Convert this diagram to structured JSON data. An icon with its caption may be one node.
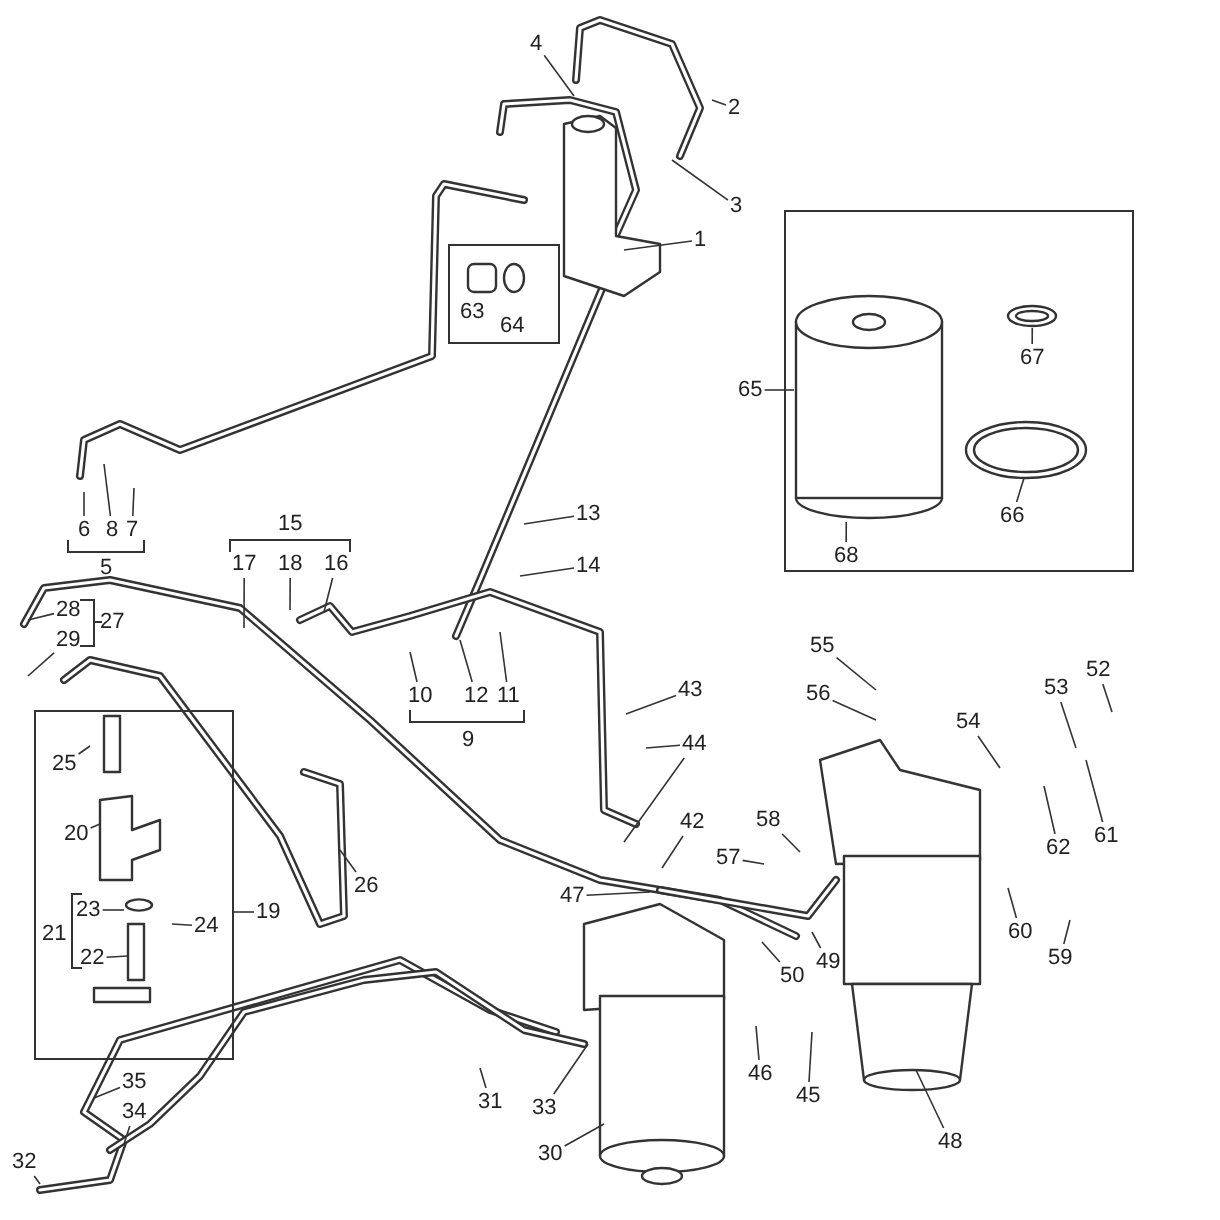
{
  "diagram": {
    "nodes": [
      {
        "text": [
          "4"
        ]
      },
      {
        "text": [
          "2"
        ]
      },
      {
        "text": [
          "3"
        ]
      },
      {
        "text": [
          "1"
        ]
      },
      {
        "text": [
          "63",
          "64"
        ]
      },
      {
        "text": [],
        "shape": "box"
      },
      {
        "text": [
          "67"
        ],
        "in": 5
      },
      {
        "text": [
          "65"
        ]
      },
      {
        "text": [
          "66"
        ],
        "in": 5
      },
      {
        "text": [
          "68"
        ],
        "in": 5
      },
      {
        "text": [
          "13"
        ]
      },
      {
        "text": [
          "6"
        ]
      },
      {
        "text": [
          "8"
        ]
      },
      {
        "text": [
          "7"
        ]
      },
      {
        "text": [
          "17"
        ]
      },
      {
        "text": [
          "18"
        ]
      },
      {
        "text": [
          "16"
        ]
      },
      {
        "text": [
          "14"
        ]
      },
      {
        "text": [
          "28"
        ]
      },
      {
        "text": [
          "29"
        ]
      },
      {
        "text": [
          "55"
        ]
      },
      {
        "text": [
          "52"
        ]
      },
      {
        "text": [
          "53"
        ]
      },
      {
        "text": [
          "43"
        ]
      },
      {
        "text": [
          "56"
        ]
      },
      {
        "text": [
          "10"
        ]
      },
      {
        "text": [
          "12"
        ]
      },
      {
        "text": [
          "11"
        ]
      },
      {
        "text": [
          "54"
        ]
      },
      {
        "text": [
          "21"
        ]
      },
      {
        "text": [
          "25"
        ],
        "in": 29
      },
      {
        "text": [
          "44"
        ]
      },
      {
        "text": [
          "42"
        ]
      },
      {
        "text": [
          "58"
        ]
      },
      {
        "text": [
          "61"
        ]
      },
      {
        "text": [
          "62"
        ]
      },
      {
        "text": [
          "20"
        ],
        "in": 29
      },
      {
        "text": [
          "57"
        ]
      },
      {
        "text": [
          "26"
        ]
      },
      {
        "text": [
          "47"
        ]
      },
      {
        "text": [
          "23"
        ],
        "in": 29
      },
      {
        "text": [
          "19"
        ]
      },
      {
        "text": [
          "24"
        ],
        "in": 29
      },
      {
        "text": [
          "60"
        ]
      },
      {
        "text": [
          "22"
        ],
        "in": 29
      },
      {
        "text": [
          "49"
        ]
      },
      {
        "text": [
          "59"
        ]
      },
      {
        "text": [
          "50"
        ]
      },
      {
        "text": [
          "46"
        ]
      },
      {
        "text": [
          "35"
        ]
      },
      {
        "text": [
          "45"
        ]
      },
      {
        "text": [
          "31"
        ]
      },
      {
        "text": [
          "33"
        ]
      },
      {
        "text": [
          "34"
        ]
      },
      {
        "text": [
          "48"
        ]
      },
      {
        "text": [
          "30"
        ]
      },
      {
        "text": [
          "32"
        ]
      },
      {
        "text": [],
        "shape": "picture",
        "in": 5
      },
      {
        "text": [],
        "shape": "cylinder",
        "in": 5
      },
      {
        "text": [],
        "shape": "circle",
        "in": 29
      }
    ],
    "edges": [
      {
        "from": 0,
        "to": null,
        "arrow": "none"
      },
      {
        "from": 1,
        "to": null,
        "arrow": "none"
      },
      {
        "from": 2,
        "to": null,
        "arrow": "none"
      },
      {
        "from": 3,
        "to": null,
        "arrow": "none"
      },
      {
        "from": 6,
        "to": 57,
        "arrow": "none"
      },
      {
        "from": 7,
        "to": 58,
        "arrow": "none"
      },
      {
        "from": 8,
        "to": null,
        "arrow": "none"
      },
      {
        "from": 9,
        "to": 58,
        "arrow": "none"
      },
      {
        "from": 10,
        "to": null,
        "arrow": "none"
      },
      {
        "from": 11,
        "to": null,
        "arrow": "none"
      },
      {
        "from": 12,
        "to": null,
        "arrow": "none"
      },
      {
        "from": 13,
        "to": null,
        "arrow": "none"
      },
      {
        "from": 14,
        "to": null,
        "arrow": "none"
      },
      {
        "from": 15,
        "to": null,
        "arrow": "none"
      },
      {
        "from": 16,
        "to": null,
        "arrow": "none"
      },
      {
        "from": 17,
        "to": null,
        "arrow": "none"
      },
      {
        "from": 18,
        "to": null,
        "arrow": "none"
      },
      {
        "from": 19,
        "to": null,
        "arrow": "none"
      },
      {
        "from": 20,
        "to": null,
        "arrow": "none"
      },
      {
        "from": 21,
        "to": null,
        "arrow": "none"
      },
      {
        "from": 22,
        "to": null,
        "arrow": "none"
      },
      {
        "from": 23,
        "to": null,
        "arrow": "none"
      },
      {
        "from": 24,
        "to": null,
        "arrow": "none"
      },
      {
        "from": 25,
        "to": null,
        "arrow": "none"
      },
      {
        "from": 26,
        "to": null,
        "arrow": "none"
      },
      {
        "from": 27,
        "to": null,
        "arrow": "none"
      },
      {
        "from": 28,
        "to": null,
        "arrow": "none"
      },
      {
        "from": 30,
        "to": null,
        "arrow": "none"
      },
      {
        "from": 31,
        "to": null,
        "arrow": "none"
      },
      {
        "from": 31,
        "to": null,
        "arrow": "none"
      },
      {
        "from": 32,
        "to": null,
        "arrow": "none"
      },
      {
        "from": 33,
        "to": null,
        "arrow": "none"
      },
      {
        "from": 34,
        "to": null,
        "arrow": "none"
      },
      {
        "from": 35,
        "to": null,
        "arrow": "none"
      },
      {
        "from": 36,
        "to": null,
        "arrow": "none"
      },
      {
        "from": 37,
        "to": null,
        "arrow": "none"
      },
      {
        "from": 38,
        "to": null,
        "arrow": "none"
      },
      {
        "from": 39,
        "to": null,
        "arrow": "none"
      },
      {
        "from": 40,
        "to": 59,
        "arrow": "none"
      },
      {
        "from": 41,
        "to": 29,
        "arrow": "none"
      },
      {
        "from": 42,
        "to": null,
        "arrow": "none"
      },
      {
        "from": 43,
        "to": null,
        "arrow": "none"
      },
      {
        "from": 44,
        "to": null,
        "arrow": "none"
      },
      {
        "from": 45,
        "to": null,
        "arrow": "none"
      },
      {
        "from": 46,
        "to": null,
        "arrow": "none"
      },
      {
        "from": 47,
        "to": null,
        "arrow": "none"
      },
      {
        "from": 48,
        "to": null,
        "arrow": "none"
      },
      {
        "from": 49,
        "to": null,
        "arrow": "none"
      },
      {
        "from": 50,
        "to": null,
        "arrow": "none"
      },
      {
        "from": 51,
        "to": null,
        "arrow": "none"
      },
      {
        "from": 52,
        "to": null,
        "arrow": "none"
      },
      {
        "from": 53,
        "to": null,
        "arrow": "none"
      },
      {
        "from": 54,
        "to": null,
        "arrow": "none"
      },
      {
        "from": 55,
        "to": null,
        "arrow": "none"
      },
      {
        "from": 56,
        "to": null,
        "arrow": "none"
      }
    ],
    "labels": [
      "15",
      "5",
      "27",
      "9"
    ]
  }
}
